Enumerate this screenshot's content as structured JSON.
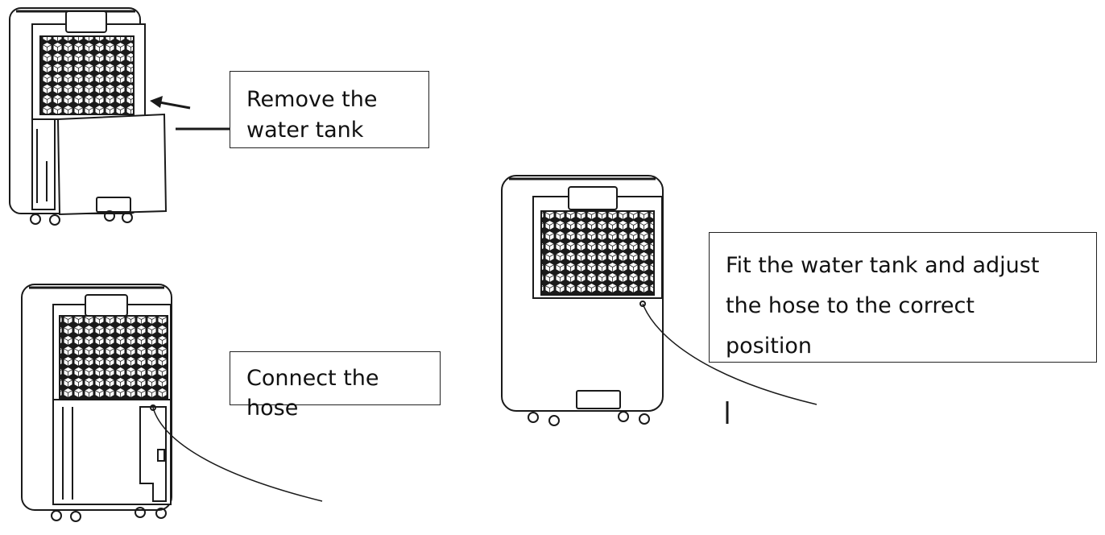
{
  "callouts": {
    "remove_tank": {
      "line1": "Remove the",
      "line2": "water tank"
    },
    "connect_hose": {
      "text": "Connect the hose"
    },
    "fit_tank": {
      "line1": "Fit the water tank and adjust",
      "line2": "the hose to the correct",
      "line3": "position"
    }
  },
  "icons": [
    "dehumidifier-rear-tank-removed",
    "dehumidifier-rear-hose-connected",
    "dehumidifier-rear-tank-fitted",
    "arrow-left-icon"
  ],
  "colors": {
    "line": "#1a1a1a",
    "background": "#ffffff"
  }
}
